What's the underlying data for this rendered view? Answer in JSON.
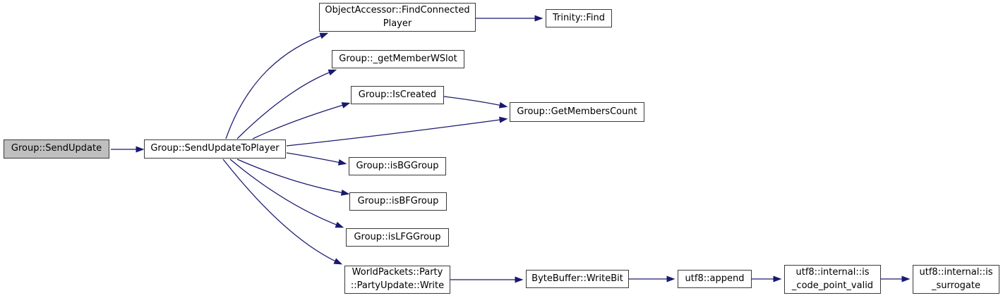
{
  "diagram": {
    "type": "call-graph",
    "colors": {
      "edge": "#191970",
      "node_border": "#3a3a3a",
      "node_fill": "#ffffff",
      "highlight_fill": "#bfbfbf",
      "text": "#000000",
      "background": "#ffffff"
    },
    "nodes": {
      "send_update": {
        "label": "Group::SendUpdate",
        "highlighted": true
      },
      "send_update_to_player": {
        "label": "Group::SendUpdateToPlayer",
        "highlighted": false
      },
      "find_connected_player": {
        "label": "ObjectAccessor::FindConnected\nPlayer",
        "highlighted": false
      },
      "trinity_find": {
        "label": "Trinity::Find",
        "highlighted": false
      },
      "get_member_w_slot": {
        "label": "Group::_getMemberWSlot",
        "highlighted": false
      },
      "is_created": {
        "label": "Group::IsCreated",
        "highlighted": false
      },
      "get_members_count": {
        "label": "Group::GetMembersCount",
        "highlighted": false
      },
      "is_bg_group": {
        "label": "Group::isBGGroup",
        "highlighted": false
      },
      "is_bf_group": {
        "label": "Group::isBFGroup",
        "highlighted": false
      },
      "is_lfg_group": {
        "label": "Group::isLFGGroup",
        "highlighted": false
      },
      "party_update_write": {
        "label": "WorldPackets::Party\n::PartyUpdate::Write",
        "highlighted": false
      },
      "write_bit": {
        "label": "ByteBuffer::WriteBit",
        "highlighted": false
      },
      "utf8_append": {
        "label": "utf8::append",
        "highlighted": false
      },
      "is_code_point_valid": {
        "label": "utf8::internal::is\n_code_point_valid",
        "highlighted": false
      },
      "is_surrogate": {
        "label": "utf8::internal::is\n_surrogate",
        "highlighted": false
      }
    },
    "edges": [
      {
        "from": "send_update",
        "to": "send_update_to_player"
      },
      {
        "from": "send_update_to_player",
        "to": "find_connected_player"
      },
      {
        "from": "send_update_to_player",
        "to": "get_member_w_slot"
      },
      {
        "from": "send_update_to_player",
        "to": "is_created"
      },
      {
        "from": "send_update_to_player",
        "to": "get_members_count"
      },
      {
        "from": "send_update_to_player",
        "to": "is_bg_group"
      },
      {
        "from": "send_update_to_player",
        "to": "is_bf_group"
      },
      {
        "from": "send_update_to_player",
        "to": "is_lfg_group"
      },
      {
        "from": "send_update_to_player",
        "to": "party_update_write"
      },
      {
        "from": "find_connected_player",
        "to": "trinity_find"
      },
      {
        "from": "is_created",
        "to": "get_members_count"
      },
      {
        "from": "party_update_write",
        "to": "write_bit"
      },
      {
        "from": "write_bit",
        "to": "utf8_append"
      },
      {
        "from": "utf8_append",
        "to": "is_code_point_valid"
      },
      {
        "from": "is_code_point_valid",
        "to": "is_surrogate"
      }
    ]
  }
}
